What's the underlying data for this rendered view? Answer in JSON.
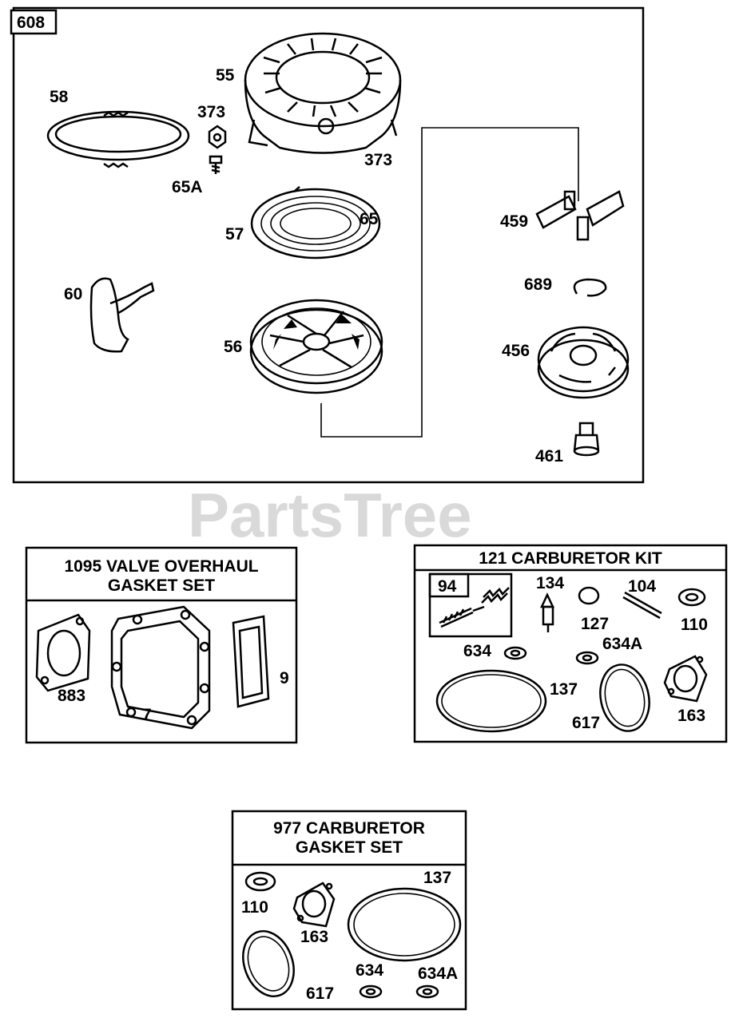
{
  "watermark": "PartsTree",
  "main": {
    "ref": "608",
    "callouts": {
      "c55": "55",
      "c58": "58",
      "c373a": "373",
      "c373b": "373",
      "c65a": "65A",
      "c57": "57",
      "c65": "65",
      "c459": "459",
      "c60": "60",
      "c689": "689",
      "c56": "56",
      "c456": "456",
      "c461": "461"
    }
  },
  "valve_kit": {
    "title_line1": "1095 VALVE OVERHAUL",
    "title_line2": "GASKET SET",
    "callouts": {
      "c883": "883",
      "c7": "7",
      "c9": "9"
    }
  },
  "carb_kit": {
    "title": "121 CARBURETOR KIT",
    "sub_ref": "94",
    "callouts": {
      "c134": "134",
      "c104": "104",
      "c127": "127",
      "c110": "110",
      "c634": "634",
      "c634a": "634A",
      "c137": "137",
      "c617": "617",
      "c163": "163"
    }
  },
  "carb_gasket": {
    "title_line1": "977 CARBURETOR",
    "title_line2": "GASKET SET",
    "callouts": {
      "c110": "110",
      "c137": "137",
      "c163": "163",
      "c617": "617",
      "c634": "634",
      "c634a": "634A"
    }
  }
}
